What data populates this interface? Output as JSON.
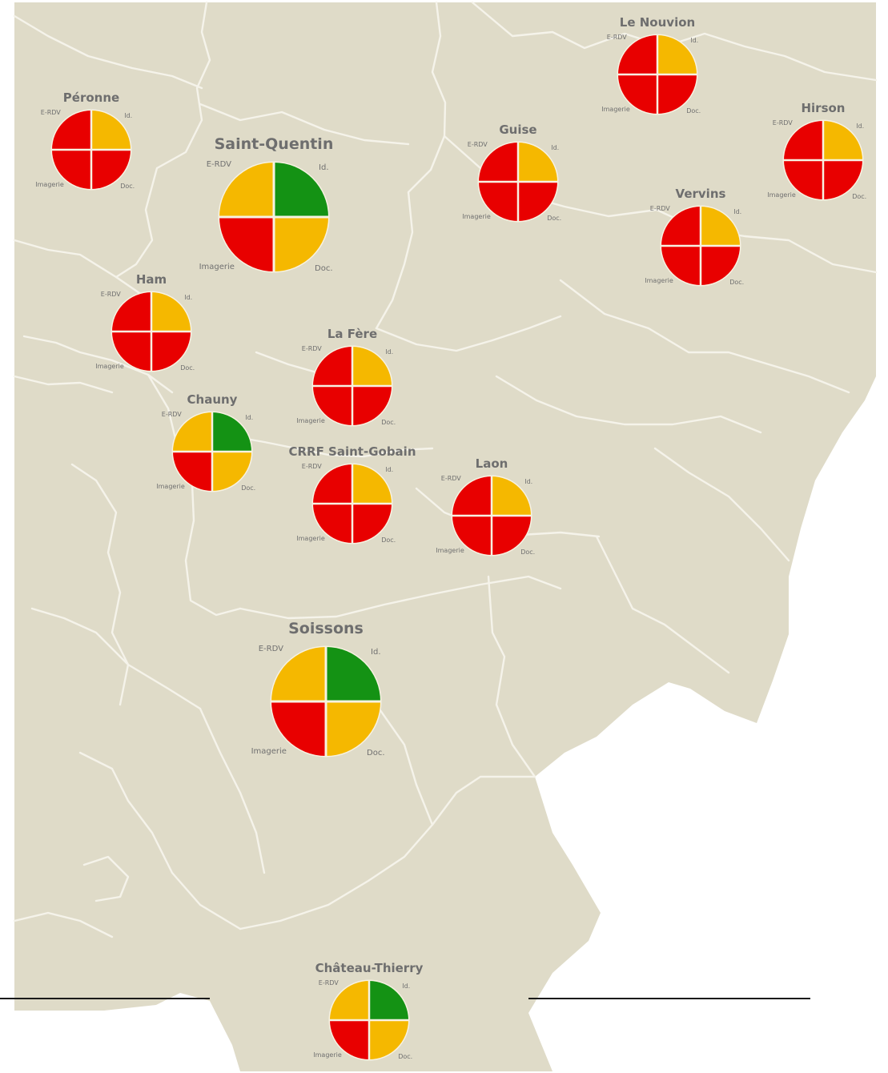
{
  "legend_labels": {
    "tl": "E-RDV",
    "tr": "Id.",
    "bl": "Imagerie",
    "br": "Doc."
  },
  "colors": {
    "background": "#ffffff",
    "land": "#dfdbc8",
    "borders": "#f5f3ea",
    "divider_line": "#1a1a1a",
    "rim": "#f7f2e2",
    "status": {
      "green": "#149214",
      "orange": "#f5b800",
      "red": "#e80000"
    }
  },
  "icons": [
    "pie-status-marker"
  ],
  "sites": [
    {
      "id": "peronne",
      "name": "Péronne",
      "size": "small",
      "quadrants": {
        "tl": "red",
        "tr": "orange",
        "bl": "red",
        "br": "red"
      }
    },
    {
      "id": "saint-quentin",
      "name": "Saint-Quentin",
      "size": "large",
      "quadrants": {
        "tl": "orange",
        "tr": "green",
        "bl": "red",
        "br": "orange"
      }
    },
    {
      "id": "le-nouvion",
      "name": "Le Nouvion",
      "size": "small",
      "quadrants": {
        "tl": "red",
        "tr": "orange",
        "bl": "red",
        "br": "red"
      }
    },
    {
      "id": "guise",
      "name": "Guise",
      "size": "small",
      "quadrants": {
        "tl": "red",
        "tr": "orange",
        "bl": "red",
        "br": "red"
      }
    },
    {
      "id": "hirson",
      "name": "Hirson",
      "size": "small",
      "quadrants": {
        "tl": "red",
        "tr": "orange",
        "bl": "red",
        "br": "red"
      }
    },
    {
      "id": "vervins",
      "name": "Vervins",
      "size": "small",
      "quadrants": {
        "tl": "red",
        "tr": "orange",
        "bl": "red",
        "br": "red"
      }
    },
    {
      "id": "ham",
      "name": "Ham",
      "size": "small",
      "quadrants": {
        "tl": "red",
        "tr": "orange",
        "bl": "red",
        "br": "red"
      }
    },
    {
      "id": "la-fere",
      "name": "La Fère",
      "size": "small",
      "quadrants": {
        "tl": "red",
        "tr": "orange",
        "bl": "red",
        "br": "red"
      }
    },
    {
      "id": "chauny",
      "name": "Chauny",
      "size": "small",
      "quadrants": {
        "tl": "orange",
        "tr": "green",
        "bl": "red",
        "br": "orange"
      }
    },
    {
      "id": "crrf-saint-gobain",
      "name": "CRRF Saint-Gobain",
      "size": "small",
      "quadrants": {
        "tl": "red",
        "tr": "orange",
        "bl": "red",
        "br": "red"
      }
    },
    {
      "id": "laon",
      "name": "Laon",
      "size": "small",
      "quadrants": {
        "tl": "red",
        "tr": "orange",
        "bl": "red",
        "br": "red"
      }
    },
    {
      "id": "soissons",
      "name": "Soissons",
      "size": "large",
      "quadrants": {
        "tl": "orange",
        "tr": "green",
        "bl": "red",
        "br": "orange"
      }
    },
    {
      "id": "chateau-thierry",
      "name": "Château-Thierry",
      "size": "small",
      "quadrants": {
        "tl": "orange",
        "tr": "green",
        "bl": "red",
        "br": "orange"
      }
    }
  ]
}
